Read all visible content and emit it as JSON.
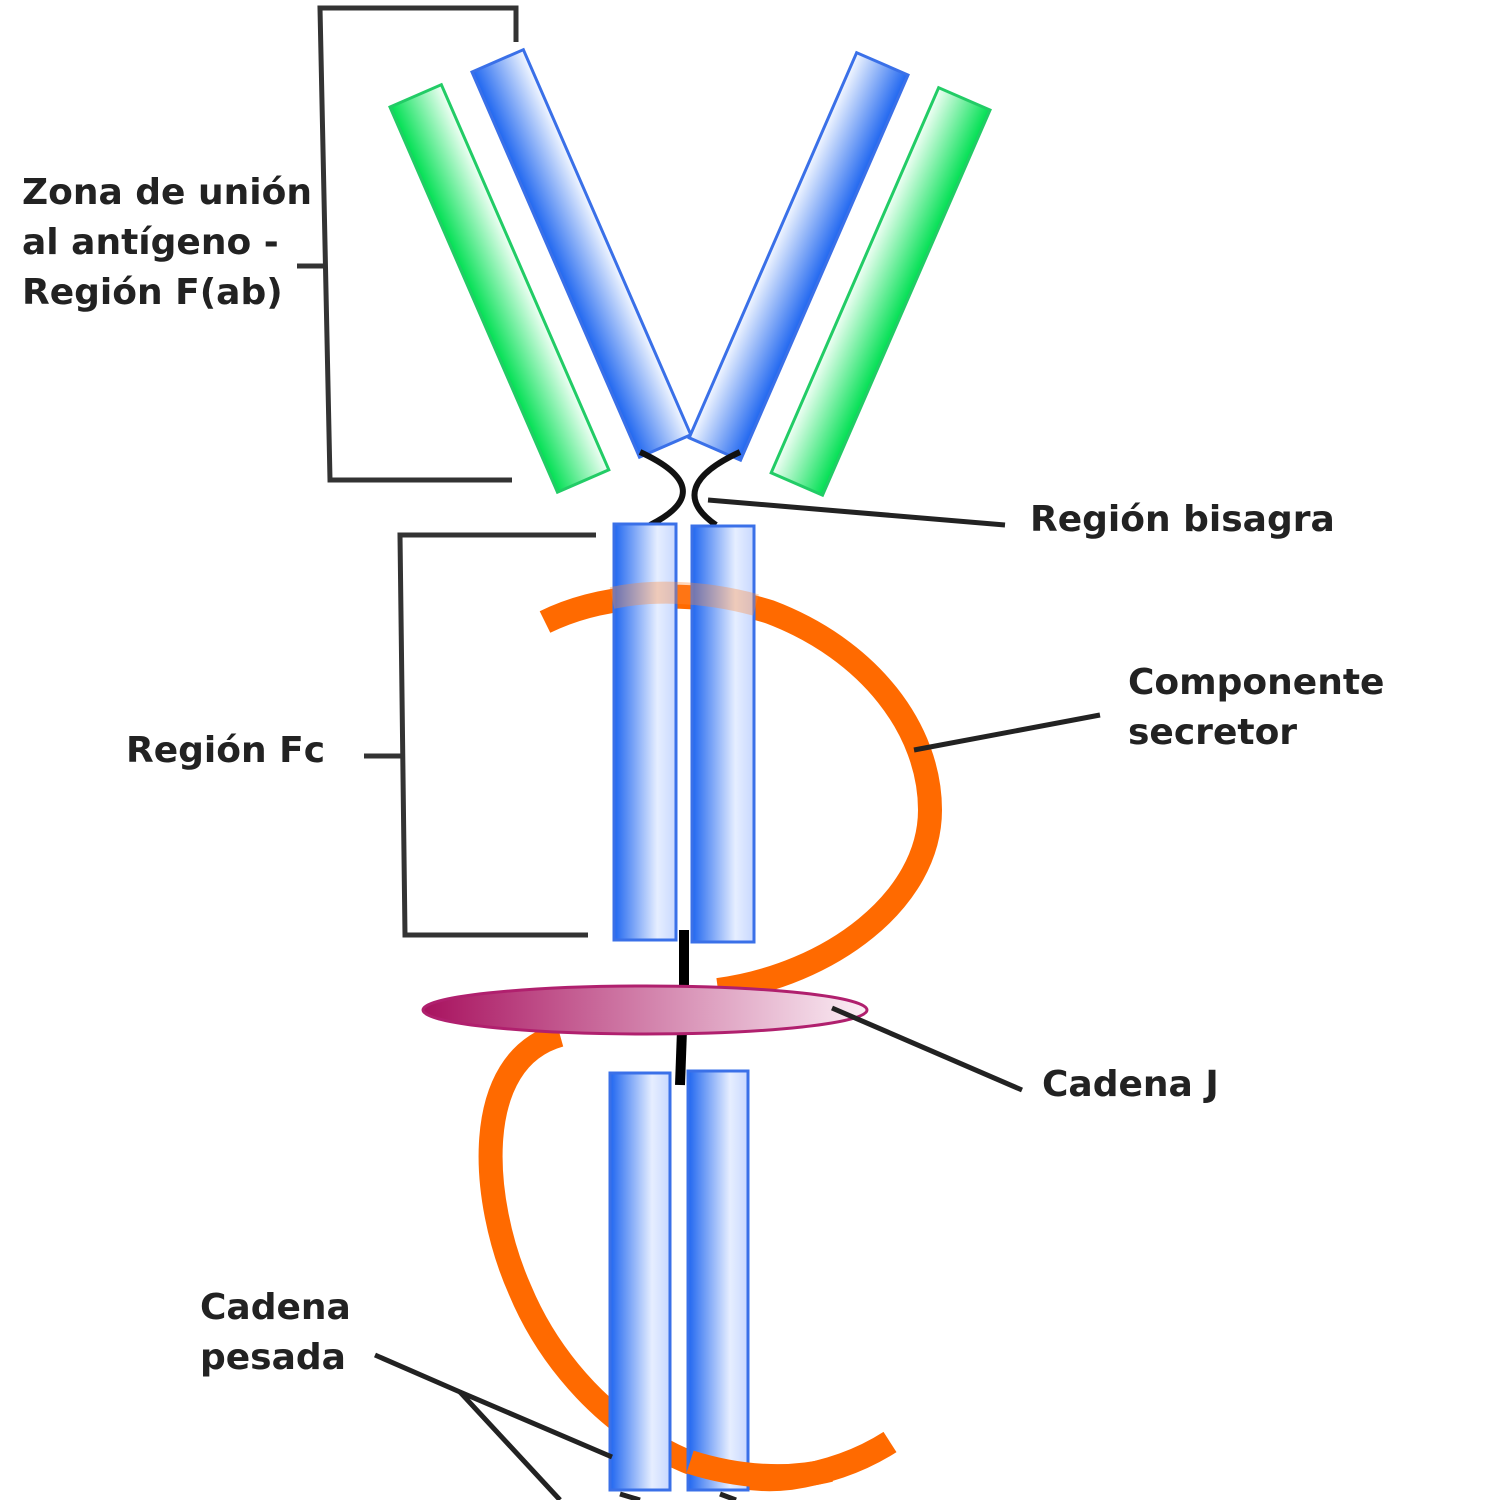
{
  "labels": {
    "fab": [
      "Zona de unión",
      "al antígeno -",
      "Región F(ab)"
    ],
    "hinge": "Región bisagra",
    "fc": "Región Fc",
    "secretory": [
      "Componente",
      "secretor"
    ],
    "jchain": "Cadena J",
    "heavy": [
      "Cadena",
      "pesada"
    ]
  },
  "colors": {
    "heavy_chain": "#1f66f0",
    "light_chain": "#00e052",
    "secretory_component": "#ff6a00",
    "j_chain": "#b0206e",
    "leader_line": "#222222"
  }
}
